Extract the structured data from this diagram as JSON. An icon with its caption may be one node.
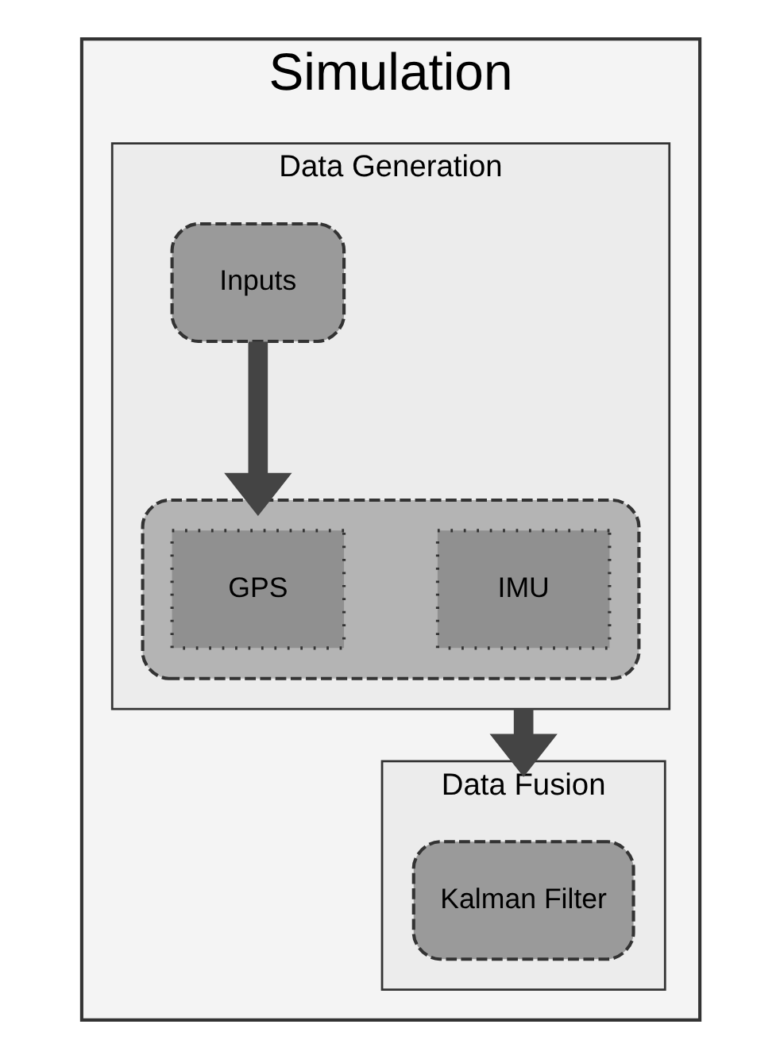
{
  "diagram": {
    "nodes": [
      {
        "text": [
          "Simulation"
        ]
      },
      {
        "text": [
          "Data Generation"
        ],
        "in": 0
      },
      {
        "text": [
          "Inputs"
        ],
        "in": 1
      },
      {
        "text": [],
        "shape": "box",
        "in": 1
      },
      {
        "text": [
          "GPS"
        ],
        "in": 3
      },
      {
        "text": [
          "IMU"
        ],
        "in": 3
      },
      {
        "text": [
          "Data Fusion"
        ],
        "in": 0
      },
      {
        "text": [
          "Kalman Filter"
        ],
        "in": 6
      }
    ],
    "edges": [
      {
        "from": 2,
        "to": 3,
        "arrow": "to"
      },
      {
        "from": 1,
        "to": 6,
        "arrow": "to"
      }
    ]
  }
}
